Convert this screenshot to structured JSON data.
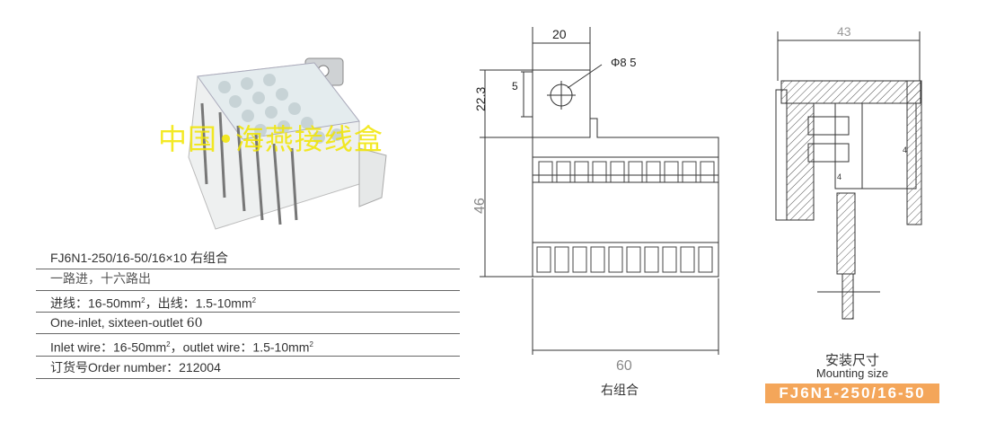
{
  "watermark": "中国•海燕接线盒",
  "specs": {
    "model": "FJ6N1-250/16-50/16×10 右组合",
    "desc_cn": "一路进，十六路出",
    "wire_cn_in": "进线：16-50mm",
    "wire_cn_out": "，出线：1.5-10mm",
    "desc_en": "One-inlet, sixteen-outlet",
    "desc_en_suffix": "60",
    "wire_en_in": "Inlet wire：16-50mm",
    "wire_en_out": "，outlet wire：1.5-10mm",
    "sup": "2",
    "order": "订货号Order number：212004"
  },
  "front_drawing": {
    "dim_top": "20",
    "dim_hole": "Φ8 5",
    "dim_5": "5",
    "dim_22": "22.3",
    "dim_46": "46",
    "dim_60": "60",
    "caption": "右组合"
  },
  "side_drawing": {
    "dim_43": "43",
    "mark_4a": "4",
    "mark_4b": "4",
    "caption_cn": "安装尺寸",
    "caption_en": "Mounting size",
    "badge": "FJ6N1-250/16-50"
  },
  "colors": {
    "badge": "#f4a65a",
    "watermark": "#f2e600"
  }
}
